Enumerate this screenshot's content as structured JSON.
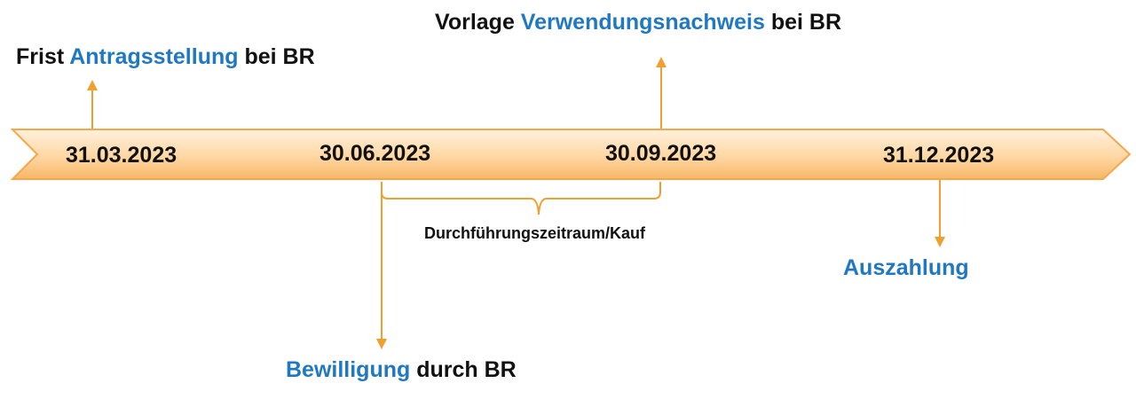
{
  "timeline": {
    "dates": [
      "31.03.2023",
      "30.06.2023",
      "30.09.2023",
      "31.12.2023"
    ]
  },
  "annotations": {
    "antrag": {
      "prefix": "Frist",
      "highlight": "Antragsstellung",
      "suffix": "bei BR"
    },
    "nachweis": {
      "prefix": "Vorlage",
      "highlight": "Verwendungsnachweis",
      "suffix": "bei BR"
    },
    "bewilligung": {
      "highlight": "Bewilligung",
      "suffix": "durch BR"
    },
    "auszahlung": {
      "highlight": "Auszahlung"
    },
    "zeitraum": {
      "label": "Durchführungszeitraum/Kauf"
    }
  },
  "colors": {
    "accent_blue": "#1f78c1",
    "arrow_orange": "#f0a030",
    "band_fill_light": "#fff1de",
    "band_fill_mid": "#ffd7a3",
    "band_fill_dark": "#f6b766",
    "band_stroke": "#f5a84b"
  }
}
